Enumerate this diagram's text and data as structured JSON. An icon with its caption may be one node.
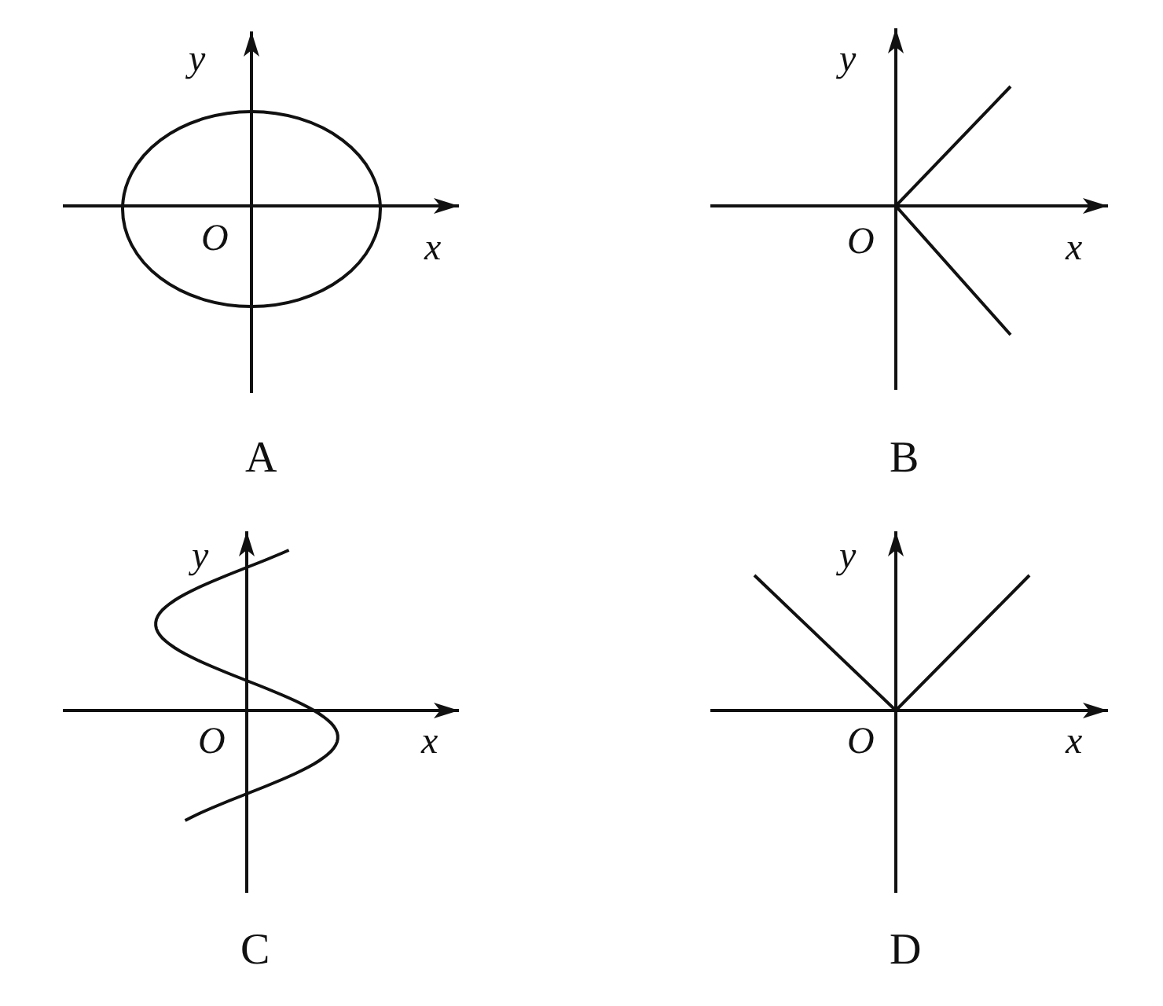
{
  "diagram": {
    "labels": [
      "y",
      "O",
      "x",
      "A",
      "y",
      "O",
      "x",
      "B",
      "y",
      "O",
      "x",
      "C",
      "y",
      "O",
      "x",
      "D"
    ]
  }
}
